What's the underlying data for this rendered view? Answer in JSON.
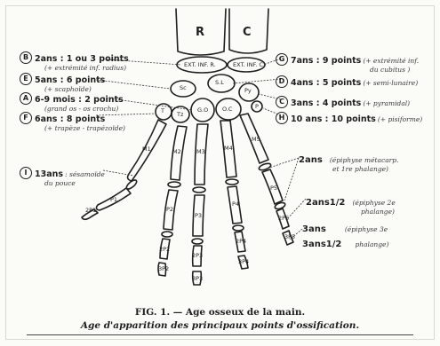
{
  "radius_label": "R",
  "ulna_label": "C",
  "bones": {
    "ext_inf_r": "EXT. INF. R.",
    "ext_inf_c": "EXT. INF. C.",
    "sc": "Sc",
    "sl": "S.L",
    "py": "Py",
    "p": "P",
    "t": "T",
    "tz": "Tz",
    "go": "G.O",
    "oc": "O.C",
    "m1": "M1",
    "m2": "M2",
    "m3": "M3",
    "m4": "M4",
    "m5": "M5",
    "p1": "P1",
    "p2": "P2",
    "p3": "P3",
    "p4": "P4",
    "p5": "P5",
    "2p1": "2P1",
    "2p2": "2P2",
    "2p3": "2P3",
    "2p4": "2P4",
    "2p5": "2P5",
    "3p2": "3P2",
    "3p3": "3P3",
    "3p4": "3P4",
    "3p5": "3P5"
  },
  "left_labels": [
    {
      "letter": "B",
      "main": "2ans : 1 ou 3 points",
      "sub": "(+ extrémité inf. radius)"
    },
    {
      "letter": "E",
      "main": "5ans : 6 points",
      "sub": "(+ scaphoïde)"
    },
    {
      "letter": "A",
      "main": "6-9 mois : 2 points",
      "sub": "(grand os - os crochu)"
    },
    {
      "letter": "F",
      "main": "6ans : 8 points",
      "sub": "(+ trapèze - trapézoïde)"
    },
    {
      "letter": "I",
      "main": "13ans",
      "inline": ": sésamoïde",
      "sub": "du pouce"
    }
  ],
  "right_labels": [
    {
      "letter": "G",
      "main": "7ans : 9 points",
      "inline": "(+ extrémité inf.",
      "sub": "du cubitus )"
    },
    {
      "letter": "D",
      "main": "4ans : 5 points",
      "inline": "(+ semi-lunaire)"
    },
    {
      "letter": "C",
      "main": "3ans : 4 points",
      "inline": "(+ pyramidal)"
    },
    {
      "letter": "H",
      "main": "10 ans : 10 points",
      "inline": "(+ pisiforme)"
    }
  ],
  "phalanx_notes": [
    {
      "main": "2ans",
      "sub1": "(épiphyse métacarp.",
      "sub2": "et 1re phalange)"
    },
    {
      "main": "2ans1/2",
      "sub1": "(épiphyse 2e",
      "sub2": "phalange)"
    },
    {
      "main1": "3ans",
      "main2": "3ans1/2",
      "sub1": "(épiphyse 3e",
      "sub2": "phalange)"
    }
  ],
  "caption": {
    "line1": "FIG. 1. — Age osseux de la main.",
    "line2": "Age d'apparition des principaux points d'ossification."
  }
}
